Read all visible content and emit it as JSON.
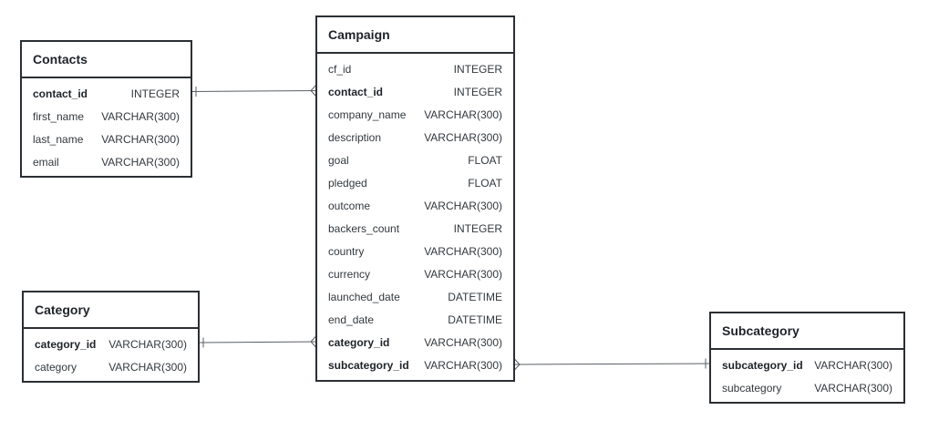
{
  "tables": {
    "contacts": {
      "title": "Contacts",
      "columns": [
        {
          "name": "contact_id",
          "type": "INTEGER",
          "key": true
        },
        {
          "name": "first_name",
          "type": "VARCHAR(300)",
          "key": false
        },
        {
          "name": "last_name",
          "type": "VARCHAR(300)",
          "key": false
        },
        {
          "name": "email",
          "type": "VARCHAR(300)",
          "key": false
        }
      ]
    },
    "campaign": {
      "title": "Campaign",
      "columns": [
        {
          "name": "cf_id",
          "type": "INTEGER",
          "key": false
        },
        {
          "name": "contact_id",
          "type": "INTEGER",
          "key": true
        },
        {
          "name": "company_name",
          "type": "VARCHAR(300)",
          "key": false
        },
        {
          "name": "description",
          "type": "VARCHAR(300)",
          "key": false
        },
        {
          "name": "goal",
          "type": "FLOAT",
          "key": false
        },
        {
          "name": "pledged",
          "type": "FLOAT",
          "key": false
        },
        {
          "name": "outcome",
          "type": "VARCHAR(300)",
          "key": false
        },
        {
          "name": "backers_count",
          "type": "INTEGER",
          "key": false
        },
        {
          "name": "country",
          "type": "VARCHAR(300)",
          "key": false
        },
        {
          "name": "currency",
          "type": "VARCHAR(300)",
          "key": false
        },
        {
          "name": "launched_date",
          "type": "DATETIME",
          "key": false
        },
        {
          "name": "end_date",
          "type": "DATETIME",
          "key": false
        },
        {
          "name": "category_id",
          "type": "VARCHAR(300)",
          "key": true
        },
        {
          "name": "subcategory_id",
          "type": "VARCHAR(300)",
          "key": true
        }
      ]
    },
    "category": {
      "title": "Category",
      "columns": [
        {
          "name": "category_id",
          "type": "VARCHAR(300)",
          "key": true
        },
        {
          "name": "category",
          "type": "VARCHAR(300)",
          "key": false
        }
      ]
    },
    "subcategory": {
      "title": "Subcategory",
      "columns": [
        {
          "name": "subcategory_id",
          "type": "VARCHAR(300)",
          "key": true
        },
        {
          "name": "subcategory",
          "type": "VARCHAR(300)",
          "key": false
        }
      ]
    }
  },
  "relationships": [
    {
      "from": "contacts.contact_id",
      "to": "campaign.contact_id",
      "from_end": "one",
      "to_end": "many"
    },
    {
      "from": "category.category_id",
      "to": "campaign.category_id",
      "from_end": "one",
      "to_end": "many"
    },
    {
      "from": "subcategory.subcategory_id",
      "to": "campaign.subcategory_id",
      "from_end": "one",
      "to_end": "many"
    }
  ],
  "colors": {
    "border": "#2b2f33",
    "connector": "#5a5f64",
    "background": "#ffffff"
  }
}
